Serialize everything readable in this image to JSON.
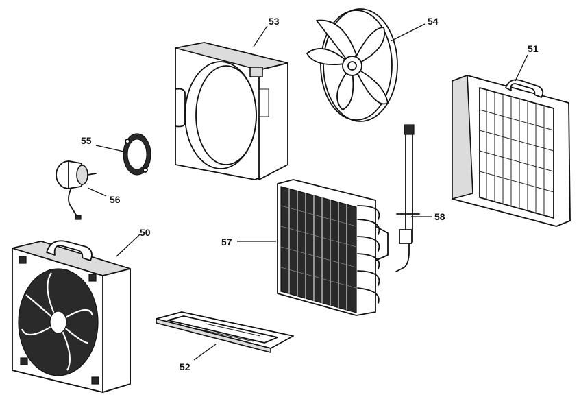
{
  "parts": [
    {
      "id": "p50",
      "label": "50"
    },
    {
      "id": "p51",
      "label": "51"
    },
    {
      "id": "p52",
      "label": "52"
    },
    {
      "id": "p53",
      "label": "53"
    },
    {
      "id": "p54",
      "label": "54"
    },
    {
      "id": "p55",
      "label": "55"
    },
    {
      "id": "p56",
      "label": "56"
    },
    {
      "id": "p57",
      "label": "57"
    },
    {
      "id": "p58",
      "label": "58"
    }
  ]
}
